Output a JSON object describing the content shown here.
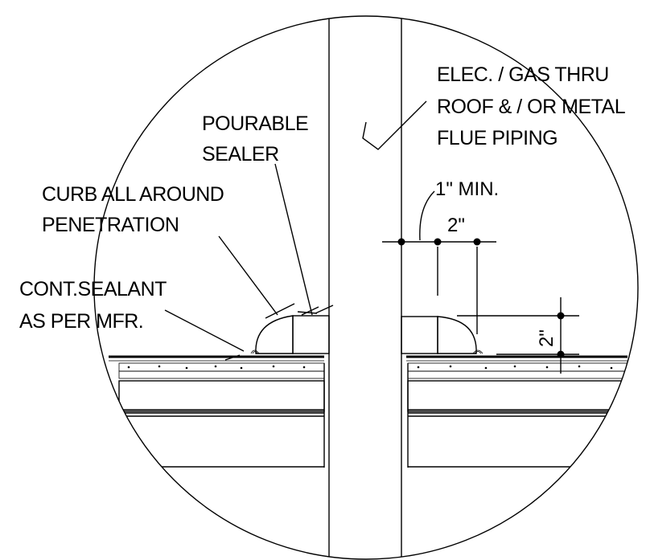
{
  "labels": {
    "pipe_line1": "ELEC. / GAS THRU",
    "pipe_line2": "ROOF & / OR METAL",
    "pipe_line3": "FLUE PIPING",
    "sealer_line1": "POURABLE",
    "sealer_line2": "SEALER",
    "curb_line1": "CURB ALL AROUND",
    "curb_line2": "PENETRATION",
    "sealant_line1": "CONT.SEALANT",
    "sealant_line2": "AS PER MFR."
  },
  "dimensions": {
    "min_clearance": "1\" MIN.",
    "horizontal": "2\"",
    "vertical": "2\""
  },
  "colors": {
    "line": "#000000",
    "background": "#ffffff"
  }
}
